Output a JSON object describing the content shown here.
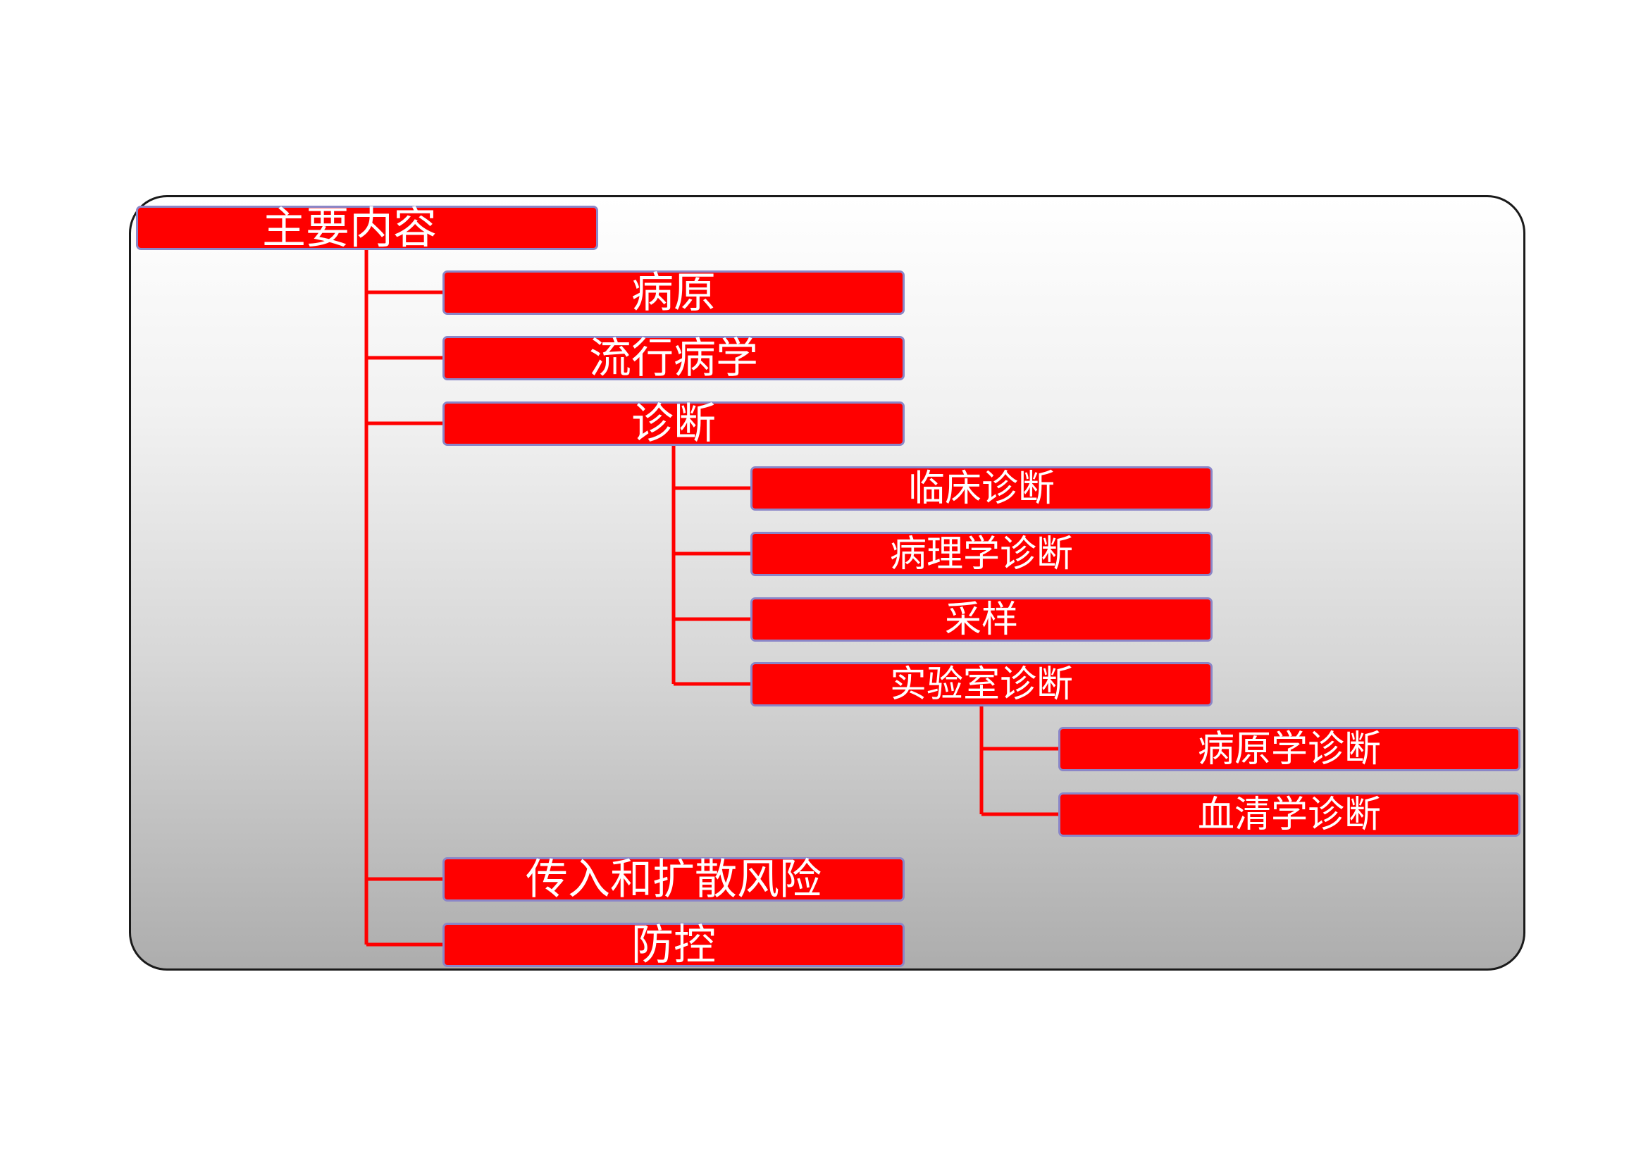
{
  "diagram": {
    "root": {
      "label": "主要内容"
    },
    "level1": [
      {
        "label": "病原"
      },
      {
        "label": "流行病学"
      },
      {
        "label": "诊断"
      },
      {
        "label": "传入和扩散风险"
      },
      {
        "label": "防控"
      }
    ],
    "diagnosis_children": [
      {
        "label": "临床诊断"
      },
      {
        "label": "病理学诊断"
      },
      {
        "label": "采样"
      },
      {
        "label": "实验室诊断"
      }
    ],
    "lab_children": [
      {
        "label": "病原学诊断"
      },
      {
        "label": "血清学诊断"
      }
    ],
    "colors": {
      "node_fill": "#ff0000",
      "node_border": "#8a86c8",
      "connector": "#ff0000",
      "text": "#ffffff"
    }
  }
}
